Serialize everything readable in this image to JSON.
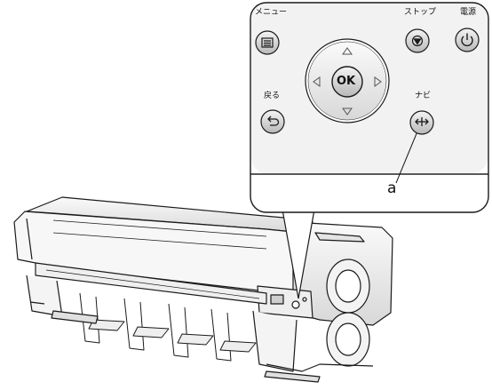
{
  "panel": {
    "menu_label": "メニュー",
    "stop_label": "ストップ",
    "power_label": "電源",
    "back_label": "戻る",
    "navi_label": "ナビ",
    "ok_label": "OK",
    "callout_letter": "a"
  },
  "icons": [
    "menu-icon",
    "stop-icon",
    "power-icon",
    "back-icon",
    "navi-icon",
    "arrow-up-icon",
    "arrow-down-icon",
    "arrow-left-icon",
    "arrow-right-icon"
  ],
  "colors": {
    "line": "#1a1a1a",
    "button_fill": "#d9d9d9",
    "panel_bg": "#f2f2f2",
    "printer_shade": "#e6e6e6"
  }
}
